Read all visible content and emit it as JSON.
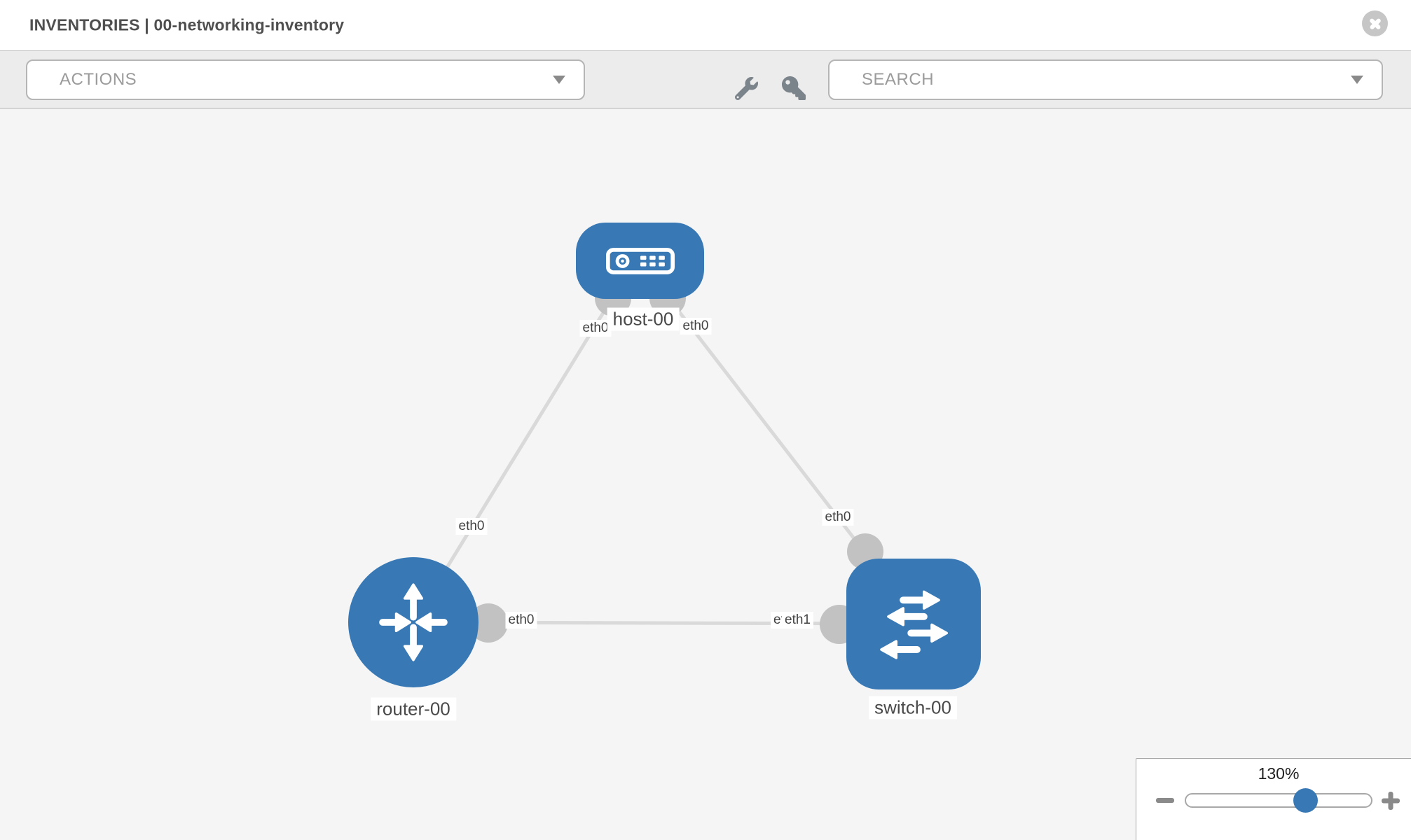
{
  "header": {
    "title": "INVENTORIES | 00-networking-inventory"
  },
  "toolbar": {
    "actions_label": "ACTIONS",
    "search_label": "SEARCH",
    "icon_names": [
      "wrench-icon",
      "key-icon",
      "chevron-down-icon"
    ]
  },
  "canvas": {
    "nodes": [
      {
        "name": "host-00",
        "type": "host"
      },
      {
        "name": "router-00",
        "type": "router"
      },
      {
        "name": "switch-00",
        "type": "switch"
      }
    ],
    "links": [
      {
        "from": "host-00",
        "from_interface": "eth0",
        "to": "router-00",
        "to_interface": "eth0"
      },
      {
        "from": "host-00",
        "from_interface": "eth0",
        "to": "switch-00",
        "to_interface": "eth0"
      },
      {
        "from": "router-00",
        "from_interface": "eth0",
        "to": "switch-00",
        "to_interface": "eth1",
        "to_interface_overlap": "eth1"
      }
    ]
  },
  "zoom_control": {
    "level": "130%"
  },
  "colors": {
    "node_blue": "#3879b5",
    "link_gray": "#d9d9d9",
    "endpoint_gray": "#c2c2c2",
    "toolbar_gray": "#ececec",
    "canvas_gray": "#f5f5f5"
  }
}
